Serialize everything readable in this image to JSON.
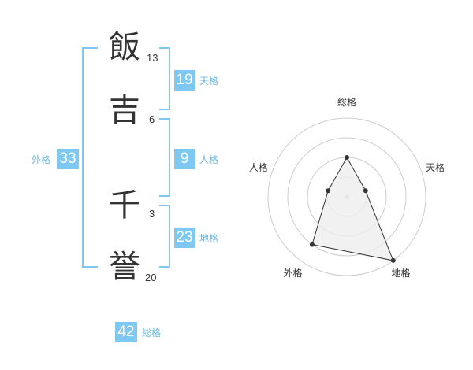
{
  "name": {
    "characters": [
      {
        "char": "飯",
        "strokes": "13"
      },
      {
        "char": "吉",
        "strokes": "6"
      },
      {
        "char": "千",
        "strokes": "3"
      },
      {
        "char": "誉",
        "strokes": "20"
      }
    ]
  },
  "kaku": {
    "tenkaku": {
      "value": "19",
      "label": "天格"
    },
    "jinkaku": {
      "value": "9",
      "label": "人格"
    },
    "chikaku": {
      "value": "23",
      "label": "地格"
    },
    "gaikaku": {
      "value": "33",
      "label": "外格"
    },
    "soukaku": {
      "value": "42",
      "label": "総格"
    }
  },
  "colors": {
    "accent": "#7ec8f2",
    "accent_text": "#6ab8e6",
    "text": "#333333",
    "grid": "#cccccc",
    "fill": "#eeeeee"
  },
  "chart_data": {
    "type": "radar",
    "axes": [
      "総格",
      "天格",
      "地格",
      "外格",
      "人格"
    ],
    "values": [
      0.5,
      0.25,
      1.0,
      0.75,
      0.25
    ],
    "rings": 4,
    "range": [
      0,
      1
    ]
  }
}
